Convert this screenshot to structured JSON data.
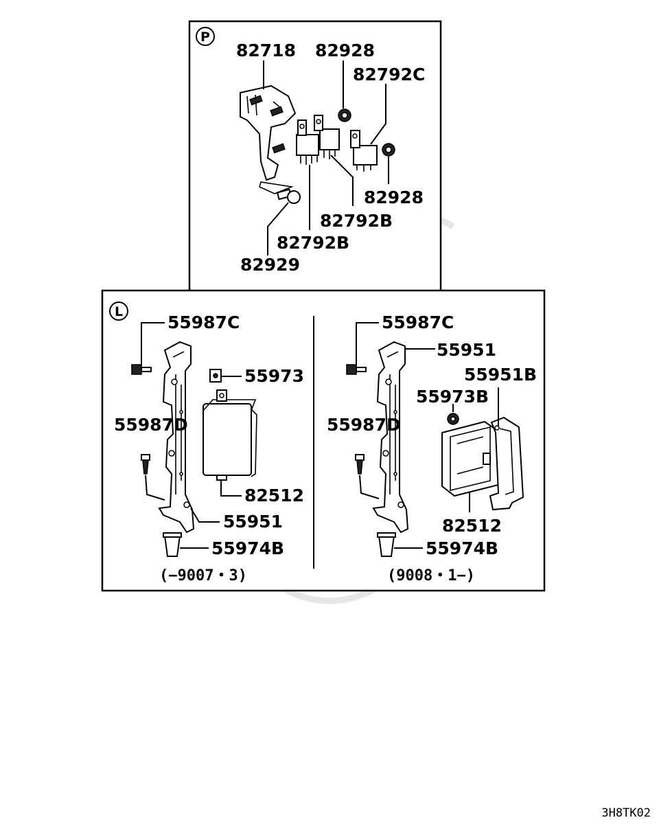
{
  "diagram_code": "3H8TK02",
  "sections": {
    "P": {
      "letter": "P",
      "labels": {
        "l82718": "82718",
        "l82928a": "82928",
        "l82792C": "82792C",
        "l82928b": "82928",
        "l82792Ba": "82792B",
        "l82792Bb": "82792B",
        "l82929": "82929"
      }
    },
    "L": {
      "letter": "L",
      "left": {
        "range": "(−9007・3)",
        "labels": {
          "l55987C": "55987C",
          "l55973": "55973",
          "l55987D": "55987D",
          "l82512": "82512",
          "l55951": "55951",
          "l55974B": "55974B"
        }
      },
      "right": {
        "range": "(9008・1−)",
        "labels": {
          "l55987C": "55987C",
          "l55951": "55951",
          "l55951B": "55951B",
          "l55973B": "55973B",
          "l55987D": "55987D",
          "l82512": "82512",
          "l55974B": "55974B"
        }
      }
    }
  }
}
